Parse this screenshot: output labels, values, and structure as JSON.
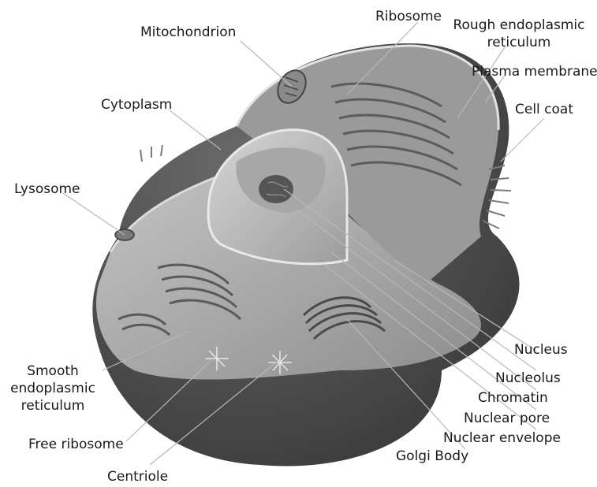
{
  "labels": {
    "ribosome": "Ribosome",
    "rough_er": [
      "Rough endoplasmic",
      "reticulum"
    ],
    "mitochondrion": "Mitochondrion",
    "plasma_membrane": "Plasma membrane",
    "cytoplasm": "Cytoplasm",
    "cell_coat": "Cell coat",
    "lysosome": "Lysosome",
    "nucleus": "Nucleus",
    "nucleolus": "Nucleolus",
    "chromatin": "Chromatin",
    "nuclear_pore": "Nuclear pore",
    "nuclear_envelope": "Nuclear envelope",
    "golgi_body": "Golgi Body",
    "smooth_er": [
      "Smooth",
      "endoplasmic",
      "reticulum"
    ],
    "free_ribosome": "Free ribosome",
    "centriole": "Centriole"
  },
  "colors": {
    "outer_shell": "#4a4a4a",
    "cut_face": "#8f8f8f",
    "cytoplasm_surface": "#a9a9a9",
    "nucleus": "#bdbdbd",
    "nucleolus": "#5a5a5a",
    "leader_lines": "#b8b8b8"
  }
}
